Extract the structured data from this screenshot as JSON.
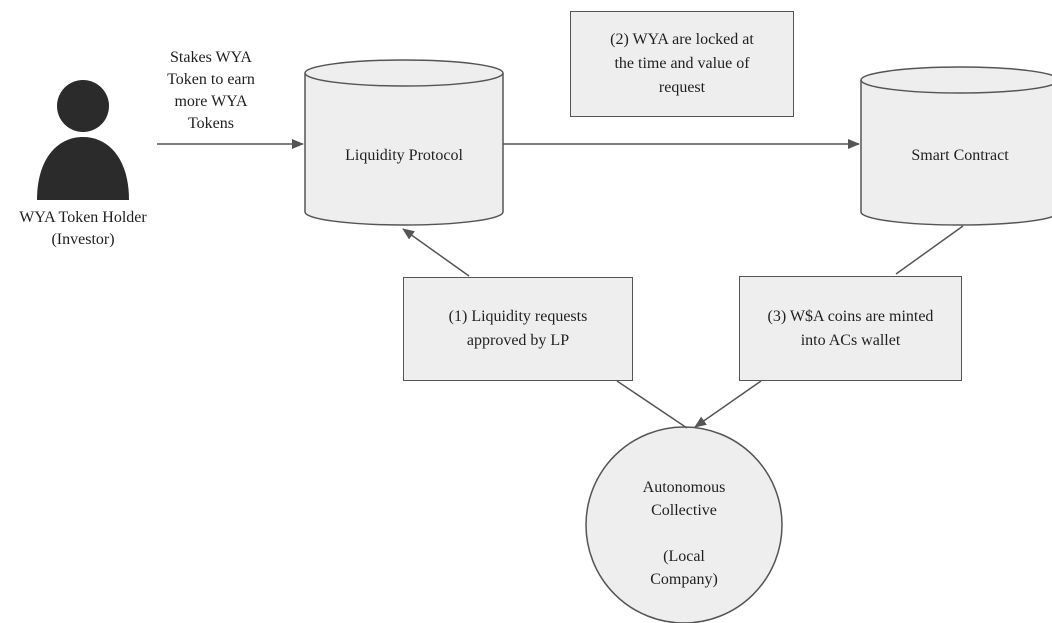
{
  "investor": {
    "label_line1": "WYA Token Holder",
    "label_line2": "(Investor)",
    "stake_text": "Stakes WYA\nToken to earn\nmore WYA\nTokens"
  },
  "liquidity_protocol": {
    "label": "Liquidity Protocol"
  },
  "smart_contract": {
    "label": "Smart Contract"
  },
  "step2": {
    "text": "(2) WYA are locked at\nthe time and value of\nrequest"
  },
  "step1": {
    "text": "(1) Liquidity requests\napproved by LP"
  },
  "step3": {
    "text": "(3) W$A coins are minted\ninto ACs wallet"
  },
  "collective": {
    "text": "Autonomous\nCollective\n\n(Local\nCompany)"
  },
  "colors": {
    "fill": "#eeeeee",
    "stroke": "#555555",
    "person": "#2b2b2b"
  }
}
